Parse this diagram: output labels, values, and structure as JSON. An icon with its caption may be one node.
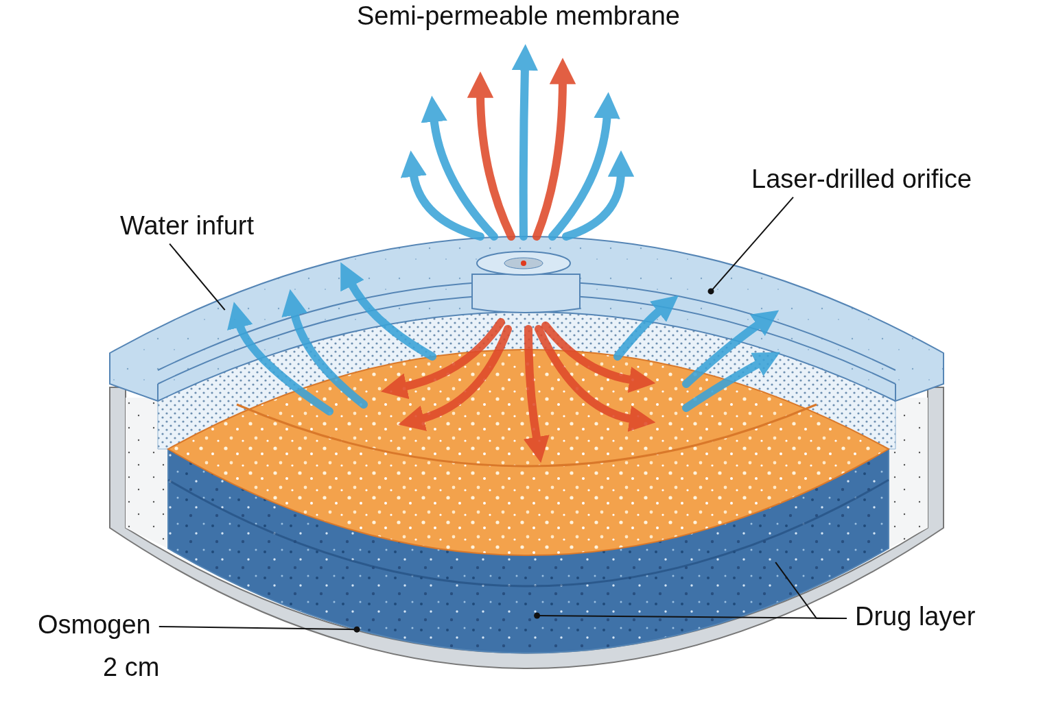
{
  "diagram": {
    "nodes": [
      {
        "text": [
          "Water infurt"
        ]
      },
      {
        "text": [
          "Laser-drilled orifice"
        ]
      },
      {
        "text": [
          "Osmogen"
        ]
      },
      {
        "text": [
          "Drug layer"
        ]
      },
      {
        "text": [],
        "shape": "band"
      },
      {
        "text": [],
        "shape": "band"
      }
    ],
    "edges": [
      {
        "from": 1,
        "to": 4,
        "arrow": "other"
      },
      {
        "from": 0,
        "to": 4,
        "arrow": "none"
      },
      {
        "from": 2,
        "to": 5,
        "arrow": "other"
      },
      {
        "from": 3,
        "to": 5,
        "arrow": "other"
      },
      {
        "from": 3,
        "to": 5,
        "arrow": "none"
      }
    ],
    "labels": [
      "Semi-permeable membrane",
      "2 cm"
    ]
  }
}
